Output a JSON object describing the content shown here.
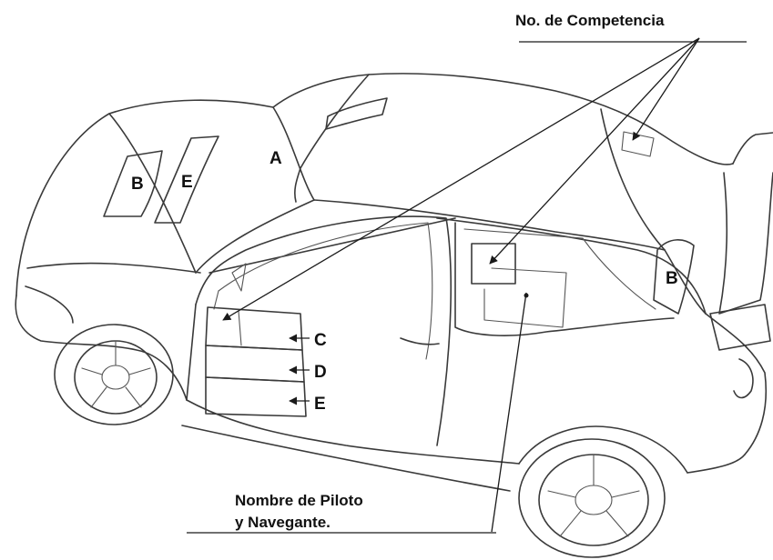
{
  "diagram": {
    "callouts": {
      "competition_number": "No. de Competencia",
      "driver_line1": "Nombre de Piloto",
      "driver_line2": "y Navegante."
    },
    "labels": {
      "A": "A",
      "B_hood": "B",
      "E_hood": "E",
      "B_rear": "B",
      "C": "C",
      "D": "D",
      "E_door": "E"
    }
  }
}
